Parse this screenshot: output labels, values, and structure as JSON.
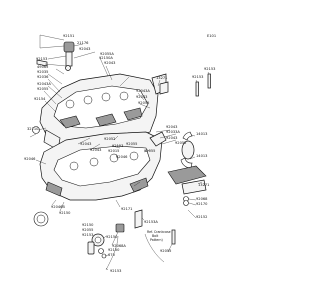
{
  "diagram_code": "E101",
  "labels": [
    "92151",
    "21176",
    "92043",
    "92055A",
    "92150A",
    "92043",
    "92153",
    "49065",
    "92035",
    "92036",
    "92043A",
    "92055",
    "92154",
    "13271",
    "92153",
    "32110",
    "92153",
    "92043A",
    "92033",
    "92055",
    "14013",
    "92043",
    "92033A",
    "92043",
    "92052",
    "14013",
    "92043",
    "92043",
    "92052",
    "92046",
    "92153",
    "92015",
    "92046",
    "92055",
    "92055",
    "13271",
    "92046B",
    "92150",
    "92171",
    "92068",
    "92153A",
    "92170",
    "92150",
    "92055",
    "92153",
    "92150",
    "92068A",
    "92152",
    "92150",
    "670",
    "92153",
    "92055"
  ],
  "note_lines": [
    "Ref. Crankcase",
    "Bolt",
    "Pattern)"
  ]
}
